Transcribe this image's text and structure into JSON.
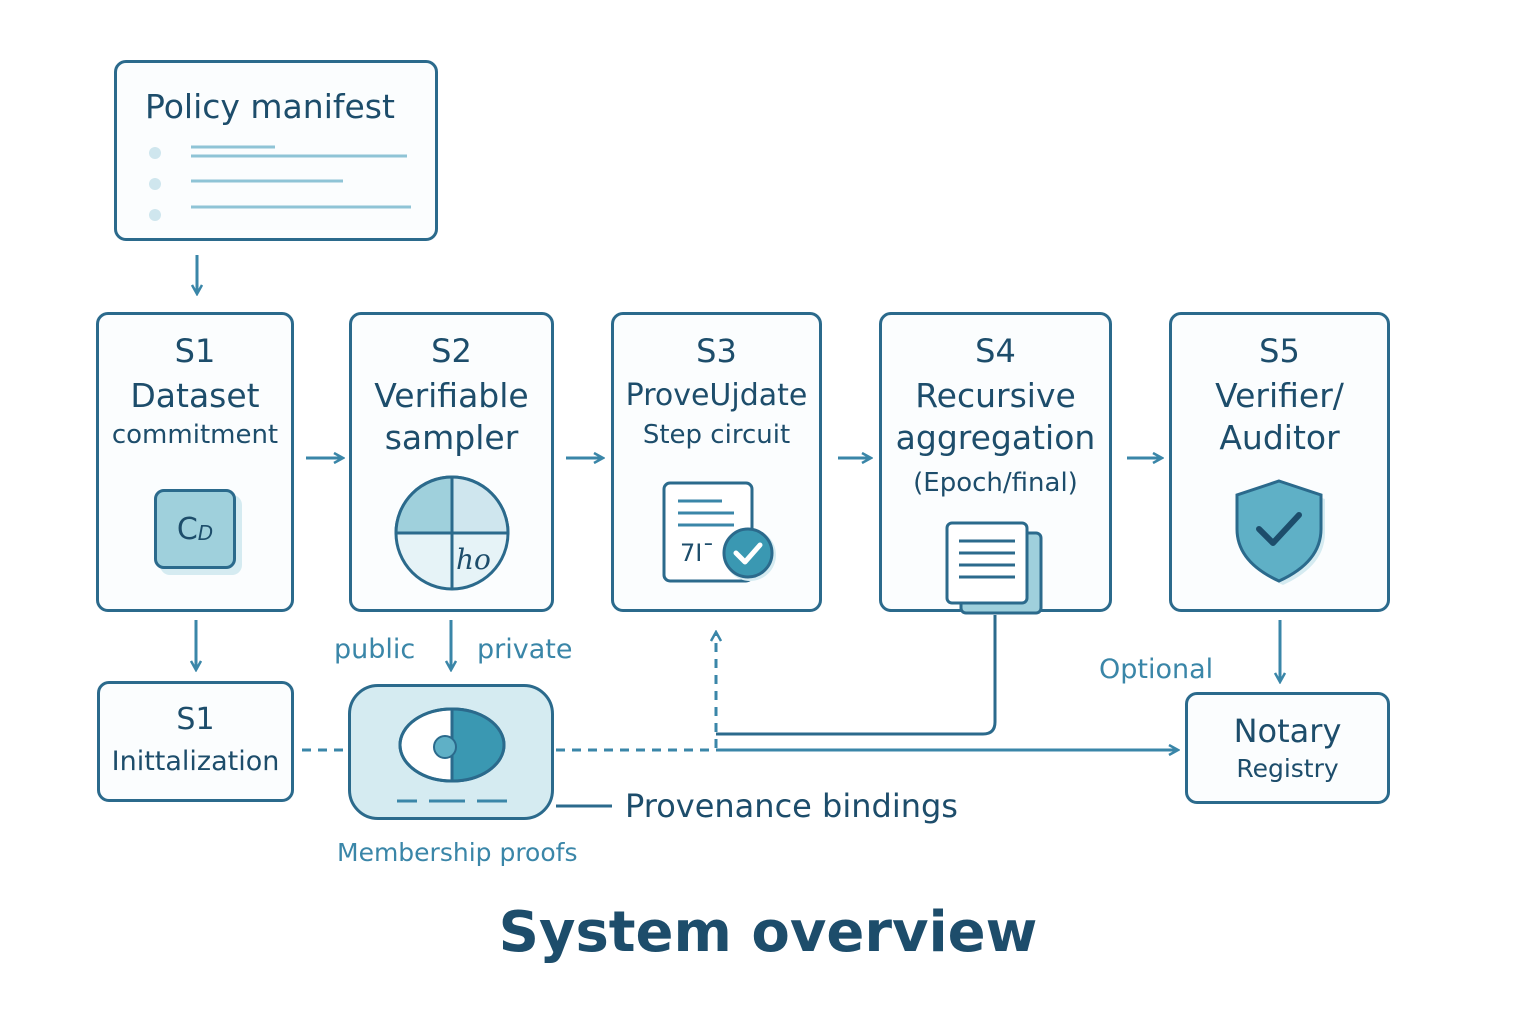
{
  "manifest": {
    "title": "Policy manifest"
  },
  "stages": [
    {
      "id": "S1",
      "title": "Dataset",
      "subtitle": "commitment",
      "icon_text": "C",
      "icon_sub": "D"
    },
    {
      "id": "S2",
      "title_line1": "Verifiable",
      "title_line2": "sampler",
      "icon_text": "ho"
    },
    {
      "id": "S3",
      "title": "ProveUjdate",
      "subtitle": "Step circuit",
      "icon_text": "7Iˉ"
    },
    {
      "id": "S4",
      "title_line1": "Recursive",
      "title_line2": "aggregation",
      "subtitle": "(Epoch/final)"
    },
    {
      "id": "S5",
      "title_line1": "Verifier/",
      "title_line2": "Auditor"
    }
  ],
  "init": {
    "id": "S1",
    "title": "Inittalization"
  },
  "notary": {
    "title": "Notary",
    "subtitle": "Registry"
  },
  "labels": {
    "public": "public",
    "private": "private",
    "optional": "Optional",
    "provenance": "Provenance bindings",
    "membership": "Membership proofs"
  },
  "page_title": "System overview",
  "colors": {
    "stroke": "#2b6a8c",
    "teal": "#3a86a8",
    "fill_light": "#cfe6ee",
    "fill_mid": "#7fbfd1"
  }
}
